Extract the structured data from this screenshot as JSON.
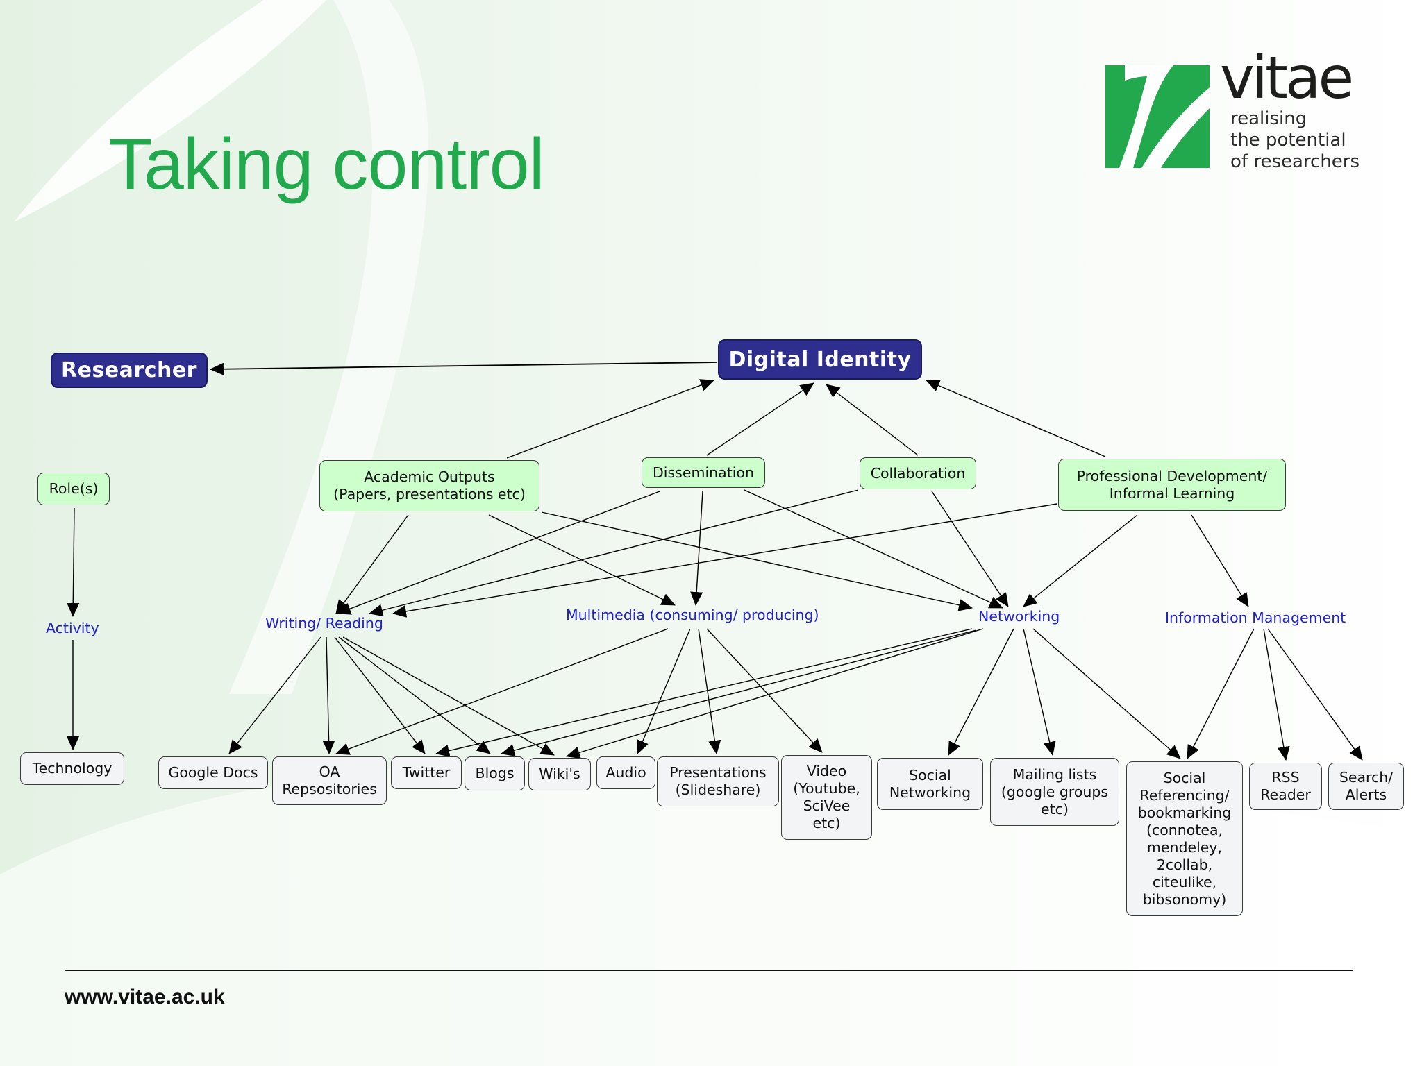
{
  "slide": {
    "title": "Taking control",
    "footer_url": "www.vitae.ac.uk"
  },
  "logo": {
    "wordmark": "vitae",
    "tagline": [
      "realising",
      "the potential",
      "of researchers"
    ],
    "color": "#22a84d"
  },
  "colors": {
    "title": "#22a84d",
    "dark_node": "#2e2e8e",
    "green_node": "#ccffcc",
    "gray_node": "#f2f4f6",
    "link_text": "#2222cc"
  },
  "diagram": {
    "nodes": {
      "researcher": "Researcher",
      "digital_identity": "Digital Identity",
      "roles": "Role(s)",
      "technology": "Technology",
      "academic_outputs": "Academic Outputs\n(Papers, presentations etc)",
      "dissemination": "Dissemination",
      "collaboration": "Collaboration",
      "professional_development": "Professional Development/\nInformal Learning",
      "google_docs": "Google Docs",
      "oa_repositories": "OA\nRepsositories",
      "twitter": "Twitter",
      "blogs": "Blogs",
      "wikis": "Wiki's",
      "audio": "Audio",
      "presentations": "Presentations\n(Slideshare)",
      "video": "Video\n(Youtube,\nSciVee\netc)",
      "social_networking": "Social\nNetworking",
      "mailing_lists": "Mailing lists\n(google groups\netc)",
      "social_referencing": "Social\nReferencing/\nbookmarking\n(connotea,\nmendeley,\n2collab,\nciteulike,\nbibsonomy)",
      "rss_reader": "RSS\nReader",
      "search_alerts": "Search/\nAlerts"
    },
    "labels": {
      "activity": "Activity",
      "writing_reading": "Writing/ Reading",
      "multimedia": "Multimedia (consuming/ producing)",
      "networking": "Networking",
      "information_management": "Information Management"
    },
    "edges": [
      [
        "digital_identity",
        "researcher"
      ],
      [
        "roles",
        "activity"
      ],
      [
        "activity",
        "technology"
      ],
      [
        "academic_outputs",
        "digital_identity"
      ],
      [
        "dissemination",
        "digital_identity"
      ],
      [
        "collaboration",
        "digital_identity"
      ],
      [
        "professional_development",
        "digital_identity"
      ],
      [
        "academic_outputs",
        "writing_reading"
      ],
      [
        "academic_outputs",
        "multimedia"
      ],
      [
        "academic_outputs",
        "networking"
      ],
      [
        "dissemination",
        "writing_reading"
      ],
      [
        "dissemination",
        "multimedia"
      ],
      [
        "dissemination",
        "networking"
      ],
      [
        "collaboration",
        "writing_reading"
      ],
      [
        "collaboration",
        "networking"
      ],
      [
        "professional_development",
        "writing_reading"
      ],
      [
        "professional_development",
        "networking"
      ],
      [
        "professional_development",
        "information_management"
      ],
      [
        "writing_reading",
        "google_docs"
      ],
      [
        "writing_reading",
        "oa_repositories"
      ],
      [
        "writing_reading",
        "twitter"
      ],
      [
        "writing_reading",
        "blogs"
      ],
      [
        "writing_reading",
        "wikis"
      ],
      [
        "multimedia",
        "oa_repositories"
      ],
      [
        "multimedia",
        "audio"
      ],
      [
        "multimedia",
        "presentations"
      ],
      [
        "multimedia",
        "video"
      ],
      [
        "networking",
        "twitter"
      ],
      [
        "networking",
        "blogs"
      ],
      [
        "networking",
        "wikis"
      ],
      [
        "networking",
        "social_networking"
      ],
      [
        "networking",
        "mailing_lists"
      ],
      [
        "networking",
        "social_referencing"
      ],
      [
        "information_management",
        "social_referencing"
      ],
      [
        "information_management",
        "rss_reader"
      ],
      [
        "information_management",
        "search_alerts"
      ]
    ]
  }
}
